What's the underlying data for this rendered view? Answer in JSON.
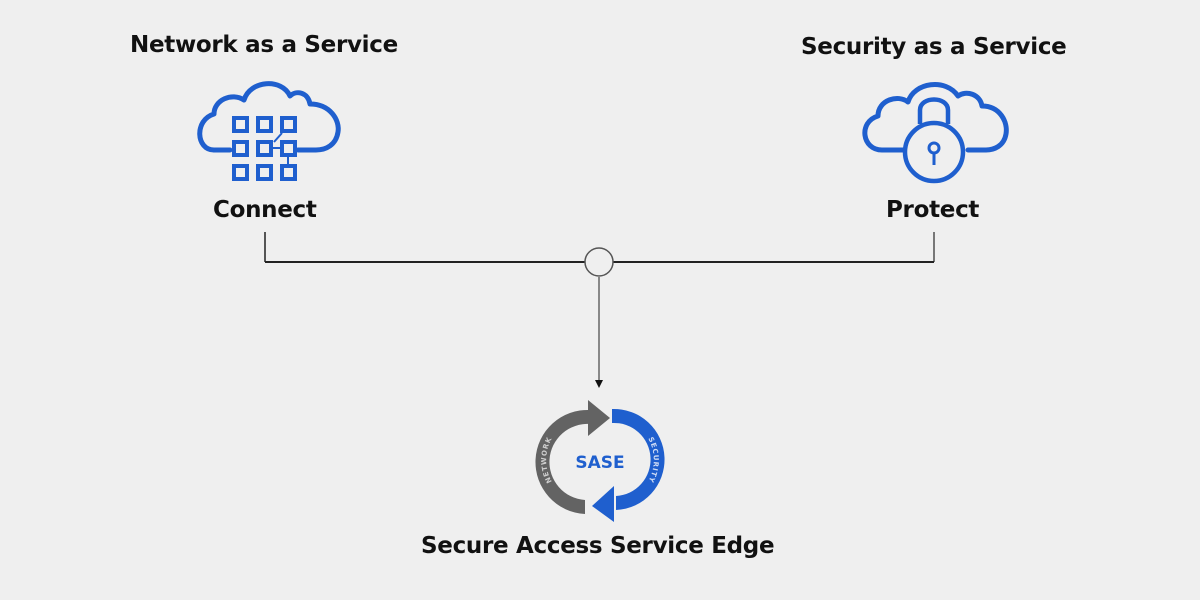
{
  "diagram": {
    "left_node": {
      "title": "Network as a Service",
      "icon": "cloud-network-grid-icon",
      "label": "Connect"
    },
    "right_node": {
      "title": "Security as a Service",
      "icon": "cloud-padlock-icon",
      "label": "Protect"
    },
    "result_node": {
      "center_text": "SASE",
      "left_arrow_text": "NETWORK",
      "right_arrow_text": "SECURITY",
      "caption": "Secure Access Service Edge",
      "icon": "cycle-arrows-icon"
    }
  },
  "colors": {
    "background": "#efefef",
    "accent_blue": "#1f5fce",
    "arrow_gray": "#636363",
    "text": "#111111"
  }
}
